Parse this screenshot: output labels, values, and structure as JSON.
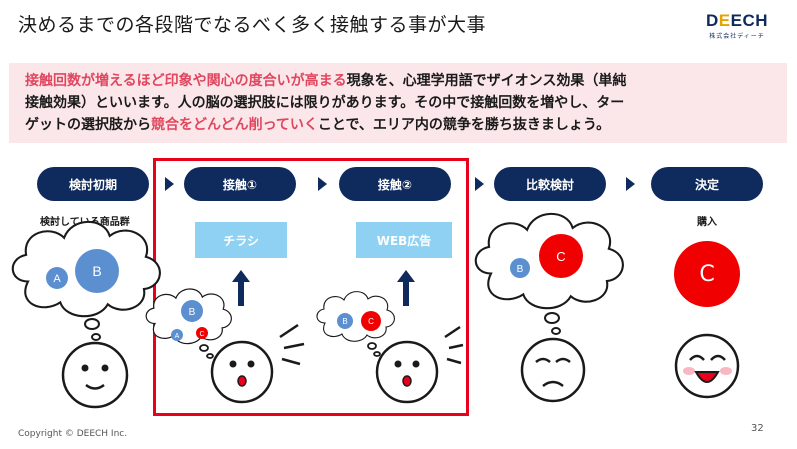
{
  "slide": {
    "title": "決めるまでの各段階でなるべく多く接触する事が大事",
    "logo": {
      "text_part1": "D",
      "text_part2": "E",
      "text_part3": "ECH",
      "subtitle": "株式会社ディーチ"
    },
    "banner": {
      "line1_highlight": "接触回数が増えるほど印象や関心の度合いが高まる",
      "line1_rest": "現象を、心理学用語でザイオンス効果（単純",
      "line2": "接触効果）といいます。人の脳の選択肢には限りがあります。その中で接触回数を増やし、ター",
      "line3_start": "ゲットの選択肢から",
      "line3_highlight": "競合をどんどん削っていく",
      "line3_end": "ことで、エリア内の競争を勝ち抜きましょう。"
    },
    "stages": [
      {
        "label": "検討初期"
      },
      {
        "label": "接触①"
      },
      {
        "label": "接触②"
      },
      {
        "label": "比較検討"
      },
      {
        "label": "決定"
      }
    ],
    "labels": {
      "initial_products": "検討している商品群",
      "purchase": "購入"
    },
    "media": {
      "flyer": "チラシ",
      "web_ad": "WEB広告"
    },
    "bubbles": {
      "a": "A",
      "b": "B",
      "c": "C"
    },
    "colors": {
      "navy": "#0f2a5c",
      "highlight_pink": "#e0465e",
      "banner_bg": "#fbe7ea",
      "bubble_blue": "#5b8fd0",
      "competitor_red": "#f00000",
      "media_blue": "#8fd1f2",
      "frame_red": "#e8001c"
    },
    "footer": {
      "copyright": "Copyright © DEECH Inc.",
      "page_number": "32"
    }
  }
}
